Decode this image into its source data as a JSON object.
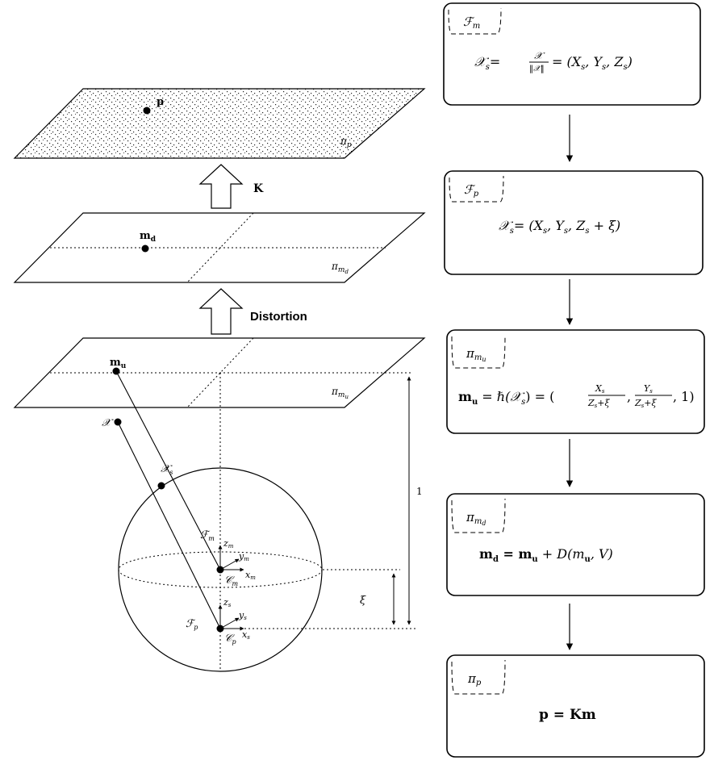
{
  "planes": {
    "pi_p": {
      "label": "π",
      "sub": "p",
      "point": "p"
    },
    "pi_md": {
      "label": "π",
      "sub": "m",
      "subsub": "d",
      "point": "m",
      "point_sub": "d"
    },
    "pi_mu": {
      "label": "π",
      "sub": "m",
      "subsub": "u",
      "point": "m",
      "point_sub": "u"
    }
  },
  "arrows": {
    "K": "K",
    "distortion": "Distortion"
  },
  "sphere": {
    "X": "𝒳",
    "Xs": "𝒳",
    "Xs_sub": "s",
    "Fm": "ℱ",
    "Fm_sub": "m",
    "Fp": "ℱ",
    "Fp_sub": "p",
    "Cm": "𝒞",
    "Cm_sub": "m",
    "Cp": "𝒞",
    "Cp_sub": "p",
    "zm": "z",
    "ym": "y",
    "xm": "x",
    "zs": "z",
    "ys": "y",
    "xs": "x",
    "axis_sub_m": "m",
    "axis_sub_s": "s",
    "one": "1",
    "xi": "ξ"
  },
  "boxes": [
    {
      "tag": "ℱ",
      "tag_sub": "m"
    },
    {
      "tag": "ℱ",
      "tag_sub": "p"
    },
    {
      "tag": "π",
      "tag_sub": "m",
      "tag_subsub": "u"
    },
    {
      "tag": "π",
      "tag_sub": "m",
      "tag_subsub": "d"
    },
    {
      "tag": "π",
      "tag_sub": "p"
    }
  ],
  "equations": {
    "box1_lhs": "𝒳",
    "box1_lhs_sub": "s",
    "box1_frac_num": "𝒳",
    "box1_frac_den": "‖𝒳‖",
    "box1_rhs": "= (X",
    "box1_rhs2": ", Y",
    "box1_rhs3": ", Z",
    "box1_rhs4": ")",
    "box2": "= (X",
    "box2_b": ", Y",
    "box2_c": ", Z",
    "box2_d": " + ξ)",
    "box3_lhs": "m",
    "box3_lhs_sub": "u",
    "box3_mid": " = ℏ(𝒳",
    "box3_mid2": ") = (",
    "box3_f1_num": "X",
    "box3_f1_den": "Z",
    "box3_f1_den2": "+ξ",
    "box3_f2_num": "Y",
    "box3_f2_den": "Z",
    "box3_f2_den2": "+ξ",
    "box3_end": ", 1)",
    "box4_lhs": "m",
    "box4_lhs_sub": "d",
    "box4_mid": " = m",
    "box4_mid_sub": "u",
    "box4_plus": " + D(m",
    "box4_plus_sub": "u",
    "box4_end": ", V)",
    "box5": "p = Km",
    "eq": "=",
    "sub_s": "s"
  }
}
